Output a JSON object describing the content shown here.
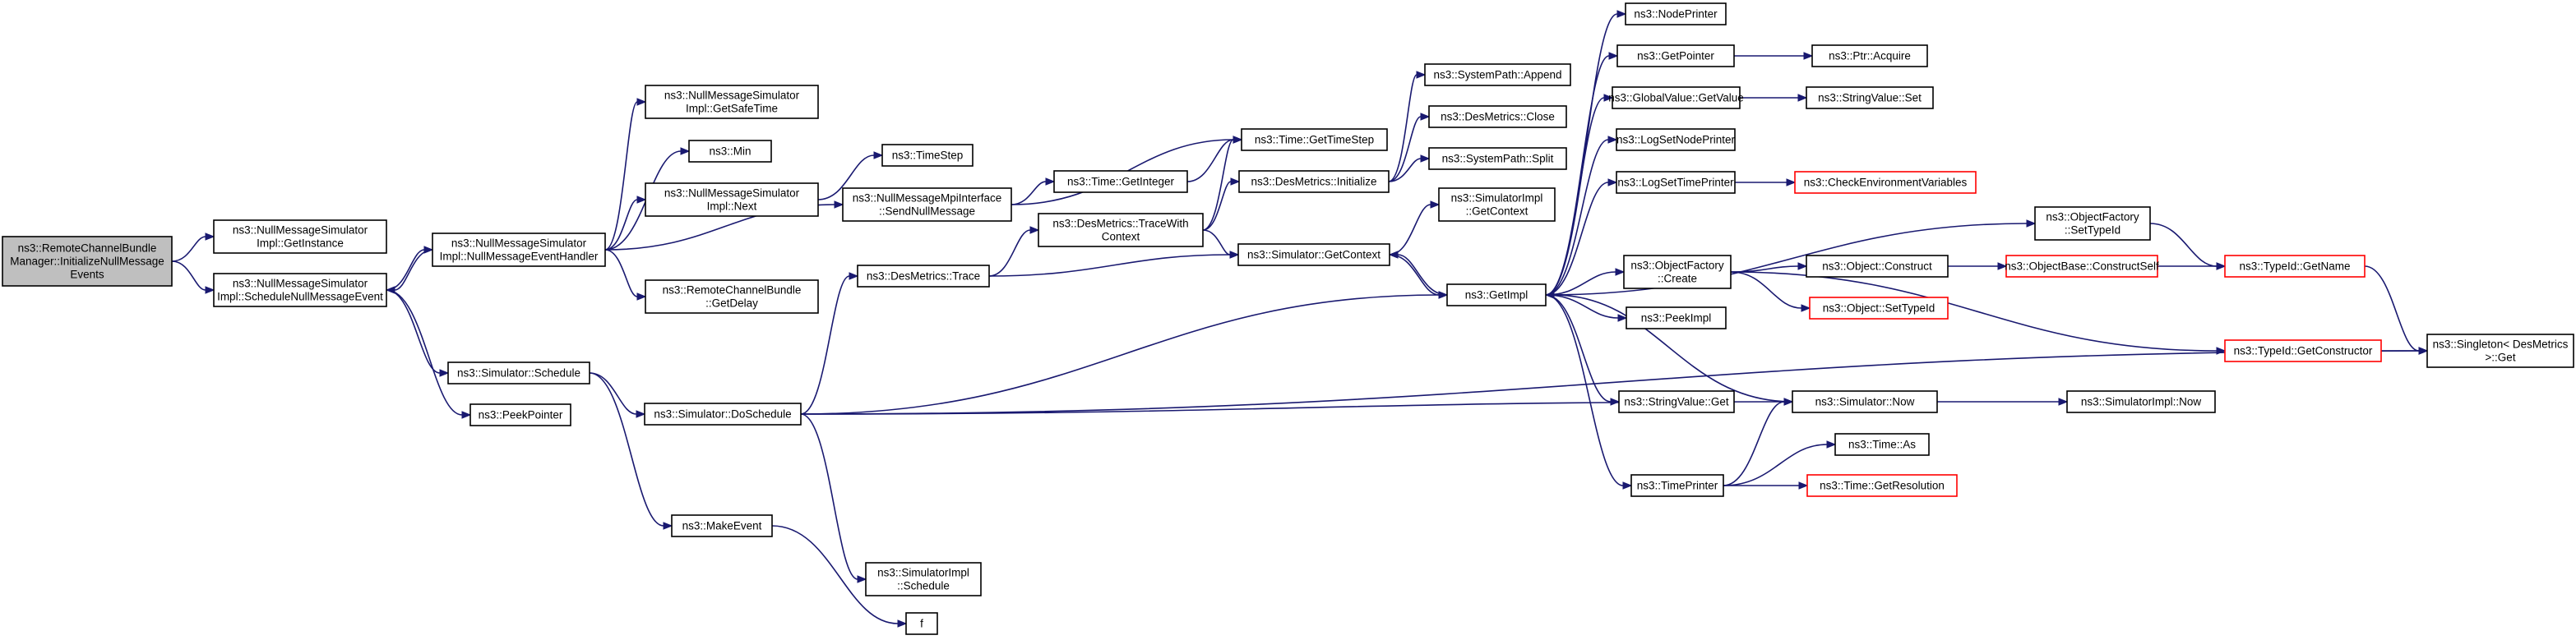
{
  "nodes": [
    {
      "id": "n1",
      "lines": [
        "ns3::RemoteChannelBundle",
        "Manager::InitializeNullMessage",
        "Events"
      ],
      "style": "root"
    },
    {
      "id": "n2",
      "lines": [
        "ns3::NullMessageSimulator",
        "Impl::GetInstance"
      ],
      "style": "normal"
    },
    {
      "id": "n3",
      "lines": [
        "ns3::NullMessageSimulator",
        "Impl::ScheduleNullMessageEvent"
      ],
      "style": "normal"
    },
    {
      "id": "n4",
      "lines": [
        "ns3::NullMessageSimulator",
        "Impl::NullMessageEventHandler"
      ],
      "style": "normal"
    },
    {
      "id": "n5",
      "lines": [
        "ns3::Simulator::Schedule"
      ],
      "style": "normal"
    },
    {
      "id": "n6",
      "lines": [
        "ns3::PeekPointer"
      ],
      "style": "normal"
    },
    {
      "id": "n7",
      "lines": [
        "ns3::NullMessageSimulator",
        "Impl::GetSafeTime"
      ],
      "style": "normal"
    },
    {
      "id": "n8",
      "lines": [
        "ns3::Min"
      ],
      "style": "normal"
    },
    {
      "id": "n9",
      "lines": [
        "ns3::NullMessageSimulator",
        "Impl::Next"
      ],
      "style": "normal"
    },
    {
      "id": "n10",
      "lines": [
        "ns3::NullMessageMpiInterface",
        "::SendNullMessage"
      ],
      "style": "normal"
    },
    {
      "id": "n11",
      "lines": [
        "ns3::RemoteChannelBundle",
        "::GetDelay"
      ],
      "style": "normal"
    },
    {
      "id": "n12",
      "lines": [
        "ns3::Simulator::DoSchedule"
      ],
      "style": "normal"
    },
    {
      "id": "n13",
      "lines": [
        "ns3::MakeEvent"
      ],
      "style": "normal"
    },
    {
      "id": "n14",
      "lines": [
        "ns3::TimeStep"
      ],
      "style": "normal"
    },
    {
      "id": "n15",
      "lines": [
        "ns3::DesMetrics::Trace"
      ],
      "style": "normal"
    },
    {
      "id": "n16",
      "lines": [
        "ns3::SimulatorImpl",
        "::Schedule"
      ],
      "style": "normal"
    },
    {
      "id": "n17",
      "lines": [
        "f"
      ],
      "style": "normal"
    },
    {
      "id": "n18",
      "lines": [
        "ns3::Time::GetTimeStep"
      ],
      "style": "normal"
    },
    {
      "id": "n19",
      "lines": [
        "ns3::Time::GetInteger"
      ],
      "style": "normal"
    },
    {
      "id": "n20",
      "lines": [
        "ns3::DesMetrics::TraceWith",
        "Context"
      ],
      "style": "normal"
    },
    {
      "id": "n21",
      "lines": [
        "ns3::Simulator::GetContext"
      ],
      "style": "normal"
    },
    {
      "id": "n22",
      "lines": [
        "ns3::DesMetrics::Initialize"
      ],
      "style": "normal"
    },
    {
      "id": "n23",
      "lines": [
        "ns3::SystemPath::Append"
      ],
      "style": "normal"
    },
    {
      "id": "n24",
      "lines": [
        "ns3::DesMetrics::Close"
      ],
      "style": "normal"
    },
    {
      "id": "n25",
      "lines": [
        "ns3::SystemPath::Split"
      ],
      "style": "normal"
    },
    {
      "id": "n26",
      "lines": [
        "ns3::SimulatorImpl",
        "::GetContext"
      ],
      "style": "normal"
    },
    {
      "id": "n27",
      "lines": [
        "ns3::GetImpl"
      ],
      "style": "normal"
    },
    {
      "id": "n28",
      "lines": [
        "ns3::NodePrinter"
      ],
      "style": "normal"
    },
    {
      "id": "n29",
      "lines": [
        "ns3::GetPointer"
      ],
      "style": "normal"
    },
    {
      "id": "n30",
      "lines": [
        "ns3::GlobalValue::GetValue"
      ],
      "style": "normal"
    },
    {
      "id": "n31",
      "lines": [
        "ns3::LogSetNodePrinter"
      ],
      "style": "normal"
    },
    {
      "id": "n32",
      "lines": [
        "ns3::LogSetTimePrinter"
      ],
      "style": "normal"
    },
    {
      "id": "n33",
      "lines": [
        "ns3::ObjectFactory",
        "::Create"
      ],
      "style": "normal"
    },
    {
      "id": "n34",
      "lines": [
        "ns3::PeekImpl"
      ],
      "style": "normal"
    },
    {
      "id": "n35",
      "lines": [
        "ns3::StringValue::Get"
      ],
      "style": "normal"
    },
    {
      "id": "n36",
      "lines": [
        "ns3::TimePrinter"
      ],
      "style": "normal"
    },
    {
      "id": "n37",
      "lines": [
        "ns3::Ptr::Acquire"
      ],
      "style": "normal"
    },
    {
      "id": "n38",
      "lines": [
        "ns3::StringValue::Set"
      ],
      "style": "normal"
    },
    {
      "id": "n39",
      "lines": [
        "ns3::CheckEnvironmentVariables"
      ],
      "style": "red"
    },
    {
      "id": "n40",
      "lines": [
        "ns3::Object::Construct"
      ],
      "style": "normal"
    },
    {
      "id": "n41",
      "lines": [
        "ns3::Object::SetTypeId"
      ],
      "style": "red"
    },
    {
      "id": "n42",
      "lines": [
        "ns3::Simulator::Now"
      ],
      "style": "normal"
    },
    {
      "id": "n43",
      "lines": [
        "ns3::Time::As"
      ],
      "style": "normal"
    },
    {
      "id": "n44",
      "lines": [
        "ns3::Time::GetResolution"
      ],
      "style": "red"
    },
    {
      "id": "n45",
      "lines": [
        "ns3::ObjectFactory",
        "::SetTypeId"
      ],
      "style": "normal"
    },
    {
      "id": "n46",
      "lines": [
        "ns3::ObjectBase::ConstructSelf"
      ],
      "style": "red"
    },
    {
      "id": "n47",
      "lines": [
        "ns3::TypeId::GetName"
      ],
      "style": "red"
    },
    {
      "id": "n48",
      "lines": [
        "ns3::TypeId::GetConstructor"
      ],
      "style": "red"
    },
    {
      "id": "n49",
      "lines": [
        "ns3::SimulatorImpl::Now"
      ],
      "style": "normal"
    },
    {
      "id": "n50",
      "lines": [
        "ns3::Singleton< DesMetrics",
        " >::Get"
      ],
      "style": "normal"
    }
  ],
  "edges": [
    [
      "n1",
      "n2"
    ],
    [
      "n1",
      "n3"
    ],
    [
      "n3",
      "n4"
    ],
    [
      "n4",
      "n3"
    ],
    [
      "n3",
      "n5"
    ],
    [
      "n3",
      "n6"
    ],
    [
      "n4",
      "n7"
    ],
    [
      "n4",
      "n8"
    ],
    [
      "n4",
      "n9"
    ],
    [
      "n4",
      "n10"
    ],
    [
      "n4",
      "n11"
    ],
    [
      "n9",
      "n14"
    ],
    [
      "n10",
      "n18"
    ],
    [
      "n10",
      "n19"
    ],
    [
      "n5",
      "n12"
    ],
    [
      "n5",
      "n13"
    ],
    [
      "n12",
      "n15"
    ],
    [
      "n12",
      "n16"
    ],
    [
      "n12",
      "n27"
    ],
    [
      "n12",
      "n42"
    ],
    [
      "n12",
      "n50"
    ],
    [
      "n13",
      "n17"
    ],
    [
      "n15",
      "n20"
    ],
    [
      "n15",
      "n21"
    ],
    [
      "n19",
      "n18"
    ],
    [
      "n20",
      "n18"
    ],
    [
      "n20",
      "n21"
    ],
    [
      "n20",
      "n22"
    ],
    [
      "n21",
      "n26"
    ],
    [
      "n21",
      "n27"
    ],
    [
      "n27",
      "n21"
    ],
    [
      "n22",
      "n23"
    ],
    [
      "n22",
      "n24"
    ],
    [
      "n22",
      "n25"
    ],
    [
      "n27",
      "n28"
    ],
    [
      "n27",
      "n29"
    ],
    [
      "n27",
      "n30"
    ],
    [
      "n27",
      "n31"
    ],
    [
      "n27",
      "n32"
    ],
    [
      "n27",
      "n33"
    ],
    [
      "n27",
      "n34"
    ],
    [
      "n27",
      "n35"
    ],
    [
      "n27",
      "n36"
    ],
    [
      "n27",
      "n45"
    ],
    [
      "n42",
      "n27"
    ],
    [
      "n36",
      "n42"
    ],
    [
      "n29",
      "n37"
    ],
    [
      "n30",
      "n38"
    ],
    [
      "n32",
      "n39"
    ],
    [
      "n33",
      "n40"
    ],
    [
      "n33",
      "n41"
    ],
    [
      "n33",
      "n48"
    ],
    [
      "n40",
      "n46"
    ],
    [
      "n46",
      "n47"
    ],
    [
      "n45",
      "n47"
    ],
    [
      "n47",
      "n50"
    ],
    [
      "n48",
      "n50"
    ],
    [
      "n42",
      "n49"
    ],
    [
      "n36",
      "n43"
    ],
    [
      "n36",
      "n44"
    ]
  ]
}
